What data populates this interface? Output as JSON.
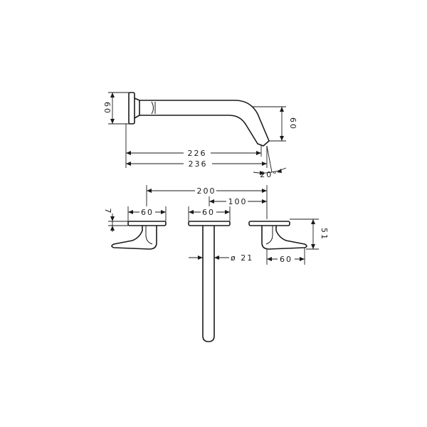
{
  "dimensions": {
    "spout_flange_height": "60",
    "spout_drop": "60",
    "spout_length_a": "226",
    "spout_length_b": "236",
    "spout_angle": "20°",
    "handle_spacing": "200",
    "center_offset": "100",
    "left_flange_width": "60",
    "center_flange_width": "60",
    "right_flange_width": "60",
    "left_handle_offset": "7",
    "right_handle_height": "51",
    "stem_diameter": "ø 21"
  }
}
